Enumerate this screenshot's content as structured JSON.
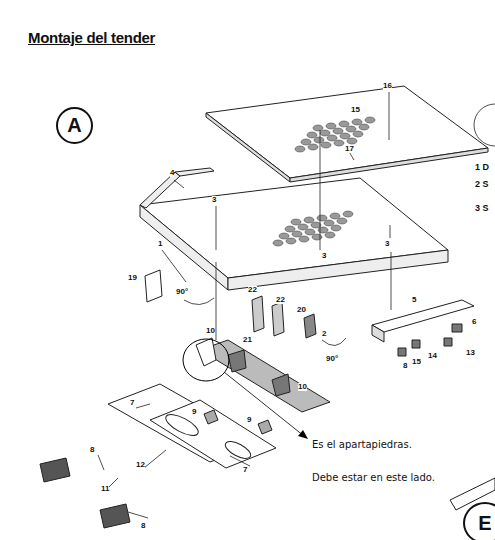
{
  "diagram": {
    "title": "Montaje del tender",
    "nodes": [
      {
        "text": [
          "A"
        ]
      },
      {
        "text": [
          "E"
        ]
      }
    ],
    "labels": [
      "16",
      "15",
      "17",
      "3",
      "4",
      "3",
      "3",
      "1",
      "19",
      "90°",
      "22",
      "22",
      "20",
      "21",
      "2",
      "90°",
      "5",
      "6",
      "13",
      "14",
      "15",
      "8",
      "10",
      "10",
      "7",
      "9",
      "9",
      "12",
      "7",
      "8",
      "11",
      "8",
      "Es el apartapiedras.",
      "Debe estar en este lado.",
      "1 D",
      "2 S",
      "3 S"
    ]
  }
}
